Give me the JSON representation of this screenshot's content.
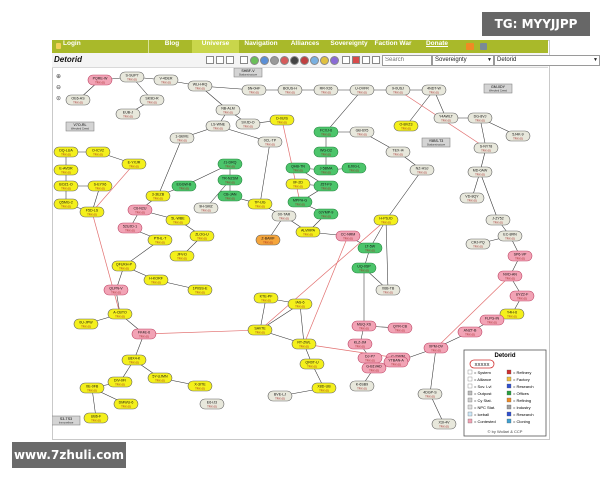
{
  "watermark_top": "TG: MYYJJPP",
  "watermark_bottom": "www.7zhuli.com",
  "nav": {
    "login": "Login",
    "items": [
      "Blog",
      "Universe",
      "Navigation",
      "Alliances",
      "Sovereignty",
      "Faction War",
      "Donate"
    ]
  },
  "toolbar": {
    "title": "Detorid",
    "search_placeholder": "Search",
    "view_select": "Sovereignty",
    "region_select": "Detorid"
  },
  "colors": {
    "nav_green": "#a9b92a",
    "node_yellow": "#f4f01c",
    "node_pink": "#f2a3b5",
    "node_green": "#4cc56b",
    "node_grey": "#e8e8dc",
    "node_orange": "#f5a53b",
    "link_red": "#e27070",
    "link_black": "#333333"
  },
  "systems": [
    {
      "id": "n1",
      "name": "PQRE-W",
      "sub": "TRX (0)",
      "c": "pink"
    },
    {
      "id": "n2",
      "name": "S-SUP7",
      "sub": "TRX (0)",
      "c": "grey"
    },
    {
      "id": "n3",
      "name": "V-4DER",
      "sub": "TRX (0)",
      "c": "grey"
    },
    {
      "id": "n4",
      "name": "WLH-RQ",
      "sub": "TRX (0)",
      "c": "grey"
    },
    {
      "id": "n5",
      "name": "6N-0HF",
      "sub": "TRX (0)",
      "c": "grey"
    },
    {
      "id": "n6",
      "name": "BOUS-H",
      "sub": "TRX (0)",
      "c": "grey"
    },
    {
      "id": "n7",
      "name": "RR-X26",
      "sub": "TRX (0)",
      "c": "grey"
    },
    {
      "id": "n8",
      "name": "U-OVFR",
      "sub": "TRX (0)",
      "c": "grey"
    },
    {
      "id": "n9",
      "name": "9-0USJ",
      "sub": "TRX (0)",
      "c": "grey"
    },
    {
      "id": "n10",
      "name": "4NDT-W",
      "sub": "TRX (0)",
      "c": "grey"
    },
    {
      "id": "n11",
      "name": "OE6-AS",
      "sub": "TRX (0)",
      "c": "grey"
    },
    {
      "id": "n12",
      "name": "SK9D-R",
      "sub": "TRX (0)",
      "c": "grey"
    },
    {
      "id": "n13",
      "name": "EUB-J",
      "sub": "TRX (0)",
      "c": "grey"
    },
    {
      "id": "n14",
      "name": "NB-ALM",
      "sub": "TRX (0)",
      "c": "grey"
    },
    {
      "id": "n15",
      "name": "SVJD-O",
      "sub": "TRX (0)",
      "c": "grey"
    },
    {
      "id": "n16",
      "name": "D-0UIS",
      "sub": "TRX (0)",
      "c": "yellow"
    },
    {
      "id": "n17",
      "name": "LS-WNE",
      "sub": "TRX (0)",
      "c": "grey"
    },
    {
      "id": "n18",
      "name": "1-GBVE",
      "sub": "TRX (0)",
      "c": "grey"
    },
    {
      "id": "n19",
      "name": "0CL-TP",
      "sub": "TRX (0)",
      "c": "grey"
    },
    {
      "id": "n20",
      "name": "FCXJ-6",
      "sub": "TRX (0)",
      "c": "green"
    },
    {
      "id": "n21",
      "name": "WG-D2",
      "sub": "TRX (0)",
      "c": "green"
    },
    {
      "id": "n22",
      "name": "GB-6X5",
      "sub": "TRX (0)",
      "c": "grey"
    },
    {
      "id": "n23",
      "name": "O-BVZ3",
      "sub": "TRX (0)",
      "c": "yellow"
    },
    {
      "id": "n24",
      "name": "Y4AWLT",
      "sub": "TRX (0)",
      "c": "grey"
    },
    {
      "id": "n25",
      "name": "DG-8VJ",
      "sub": "TRX (0)",
      "c": "grey"
    },
    {
      "id": "n26",
      "name": "5J4K-9",
      "sub": "TRX (0)",
      "c": "grey"
    },
    {
      "id": "n27",
      "name": "DQ-LUA",
      "sub": "TRX (0)",
      "c": "yellow"
    },
    {
      "id": "n28",
      "name": "O-ICV2",
      "sub": "TRX (0)",
      "c": "yellow"
    },
    {
      "id": "n29",
      "name": "E-YXJR",
      "sub": "TRX (0)",
      "c": "yellow"
    },
    {
      "id": "n30",
      "name": "E-AVDR",
      "sub": "TRX (0)",
      "c": "yellow"
    },
    {
      "id": "n31",
      "name": "BOZ1-O",
      "sub": "TRX (0)",
      "c": "yellow"
    },
    {
      "id": "n32",
      "name": "S-EYX6",
      "sub": "TRX (0)",
      "c": "yellow"
    },
    {
      "id": "n33",
      "name": "Q5MG-2",
      "sub": "TRX (0)",
      "c": "yellow"
    },
    {
      "id": "n34",
      "name": "F5D-LS",
      "sub": "TRX (0)",
      "c": "yellow"
    },
    {
      "id": "n35",
      "name": "J-5BMA",
      "sub": "TRX (0)",
      "c": "green"
    },
    {
      "id": "n36",
      "name": "EJ0G-L",
      "sub": "TRX (0)",
      "c": "green"
    },
    {
      "id": "n37",
      "name": "QHB-TN",
      "sub": "TRX (0)",
      "c": "green"
    },
    {
      "id": "n38",
      "name": "J5T-F9",
      "sub": "TRX (0)",
      "c": "green"
    },
    {
      "id": "n39",
      "name": "0F-2D",
      "sub": "TRX (0)",
      "c": "yellow"
    },
    {
      "id": "n40",
      "name": "MPPH-G",
      "sub": "TRX (0)",
      "c": "green"
    },
    {
      "id": "n41",
      "name": "TEX-I4",
      "sub": "TRX (0)",
      "c": "grey"
    },
    {
      "id": "n42",
      "name": "NZ-HSJ",
      "sub": "TRX (0)",
      "c": "grey"
    },
    {
      "id": "n43",
      "name": "S-NY78",
      "sub": "TRX (0)",
      "c": "grey"
    },
    {
      "id": "n44",
      "name": "MD-0AW",
      "sub": "TRX (0)",
      "c": "grey"
    },
    {
      "id": "n45",
      "name": "VD-8QY",
      "sub": "TRX (0)",
      "c": "grey"
    },
    {
      "id": "n46",
      "name": "3-3EZB",
      "sub": "TRX (0)",
      "c": "yellow"
    },
    {
      "id": "n47",
      "name": "EGGW-B",
      "sub": "TRX (0)",
      "c": "green"
    },
    {
      "id": "n48",
      "name": "J1-DRQ",
      "sub": "TRX (0)",
      "c": "green"
    },
    {
      "id": "n49",
      "name": "TR-NZSM",
      "sub": "TRX (0)",
      "c": "green"
    },
    {
      "id": "n50",
      "name": "9H-SMZ",
      "sub": "TRX (0)",
      "c": "grey"
    },
    {
      "id": "n51",
      "name": "CB-JAN",
      "sub": "TRX (0)",
      "c": "green"
    },
    {
      "id": "n52",
      "name": "C6-N2U",
      "sub": "TRX (0)",
      "c": "pink"
    },
    {
      "id": "n53",
      "name": "5L-WBE",
      "sub": "TRX (0)",
      "c": "yellow"
    },
    {
      "id": "n54",
      "name": "52UJD-1",
      "sub": "TRX (0)",
      "c": "pink"
    },
    {
      "id": "n55",
      "name": "7P-IJG",
      "sub": "TRX (0)",
      "c": "yellow"
    },
    {
      "id": "n56",
      "name": "0X-TAR",
      "sub": "TRX (0)",
      "c": "grey"
    },
    {
      "id": "n57",
      "name": "Z-BAMF",
      "sub": "TRX (0)",
      "c": "orange"
    },
    {
      "id": "n58",
      "name": "ALVMPA",
      "sub": "TRX (0)",
      "c": "yellow"
    },
    {
      "id": "n59",
      "name": "0JYMP-9",
      "sub": "TRX (0)",
      "c": "green"
    },
    {
      "id": "n60",
      "name": "H-PSJO",
      "sub": "TRX (0)",
      "c": "yellow"
    },
    {
      "id": "n61",
      "name": "J-ZY52",
      "sub": "TRX (0)",
      "c": "grey"
    },
    {
      "id": "n62",
      "name": "EC-8RN",
      "sub": "TRX (0)",
      "c": "grey"
    },
    {
      "id": "n63",
      "name": "CRJ-PQ",
      "sub": "TRX (0)",
      "c": "grey"
    },
    {
      "id": "n64",
      "name": "PTHL-T",
      "sub": "TRX (0)",
      "c": "yellow"
    },
    {
      "id": "n65",
      "name": "ZLOG-U",
      "sub": "TRX (0)",
      "c": "yellow"
    },
    {
      "id": "n66",
      "name": "JFV-D",
      "sub": "TRX (0)",
      "c": "yellow"
    },
    {
      "id": "n67",
      "name": "CC-NRM",
      "sub": "TRX (0)",
      "c": "pink"
    },
    {
      "id": "n68",
      "name": "LT-5W",
      "sub": "TRX (0)",
      "c": "green"
    },
    {
      "id": "n69",
      "name": "SP6-VP",
      "sub": "TRX (0)",
      "c": "pink"
    },
    {
      "id": "n70",
      "name": "QFUKH-P",
      "sub": "TRX (0)",
      "c": "yellow"
    },
    {
      "id": "n71",
      "name": "H-KORF",
      "sub": "TRX (0)",
      "c": "yellow"
    },
    {
      "id": "n72",
      "name": "1P0SS-E",
      "sub": "TRX (0)",
      "c": "yellow"
    },
    {
      "id": "n73",
      "name": "QLPN-V",
      "sub": "TRX (0)",
      "c": "pink"
    },
    {
      "id": "n74",
      "name": "UQ-0SP",
      "sub": "TRX (0)",
      "c": "green"
    },
    {
      "id": "n75",
      "name": "NVD-AN",
      "sub": "TRX (0)",
      "c": "pink"
    },
    {
      "id": "n76",
      "name": "UYZ2-F",
      "sub": "TRX (0)",
      "c": "pink"
    },
    {
      "id": "n77",
      "name": "Y4H-6",
      "sub": "TRX (0)",
      "c": "yellow"
    },
    {
      "id": "n78",
      "name": "X6B-TB",
      "sub": "TRX (0)",
      "c": "grey"
    },
    {
      "id": "n79",
      "name": "KTE-PF",
      "sub": "TRX (0)",
      "c": "yellow"
    },
    {
      "id": "n80",
      "name": "IAS-6",
      "sub": "TRX (0)",
      "c": "yellow"
    },
    {
      "id": "n81",
      "name": "C-2YPM",
      "sub": "TRX (0)",
      "c": "pink"
    },
    {
      "id": "n82",
      "name": "A-CBTO",
      "sub": "TRX (0)",
      "c": "yellow"
    },
    {
      "id": "n83",
      "name": "0U-JPW",
      "sub": "TRX (0)",
      "c": "yellow"
    },
    {
      "id": "n84",
      "name": "FK4E-6",
      "sub": "TRX (0)",
      "c": "pink"
    },
    {
      "id": "n85",
      "name": "SAV7E",
      "sub": "TRX (0)",
      "c": "yellow"
    },
    {
      "id": "n86",
      "name": "RT-ZWL",
      "sub": "TRX (0)",
      "c": "yellow"
    },
    {
      "id": "n87",
      "name": "MUQ-XS",
      "sub": "TRX (0)",
      "c": "pink"
    },
    {
      "id": "n88",
      "name": "QYR-CB",
      "sub": "TRX (0)",
      "c": "pink"
    },
    {
      "id": "n89",
      "name": "ANZT-B",
      "sub": "TRX (0)",
      "c": "pink"
    },
    {
      "id": "n90",
      "name": "FLPG-IN",
      "sub": "TRX (0)",
      "c": "pink"
    },
    {
      "id": "n91",
      "name": "KLZ-JM",
      "sub": "TRX (0)",
      "c": "pink"
    },
    {
      "id": "n92",
      "name": "DJ-P7",
      "sub": "TRX (0)",
      "c": "pink"
    },
    {
      "id": "n93",
      "name": "G-B1VAD",
      "sub": "TRX (0)",
      "c": "pink"
    },
    {
      "id": "n94",
      "name": "YTBAN-A",
      "sub": "TRX (0)",
      "c": "pink"
    },
    {
      "id": "n95",
      "name": "XPM-OV",
      "sub": "TRX (0)",
      "c": "pink"
    },
    {
      "id": "n96",
      "name": "K-6SB9",
      "sub": "TRX (0)",
      "c": "grey"
    },
    {
      "id": "n97",
      "name": "U8X4-K",
      "sub": "TRX (0)",
      "c": "yellow"
    },
    {
      "id": "n98",
      "name": "DIV-0FI",
      "sub": "TRX (0)",
      "c": "yellow"
    },
    {
      "id": "n99",
      "name": "5Y-UJMN",
      "sub": "TRX (0)",
      "c": "yellow"
    },
    {
      "id": "n100",
      "name": "X-3ITE",
      "sub": "TRX (0)",
      "c": "yellow"
    },
    {
      "id": "n101",
      "name": "XE-0FB",
      "sub": "TRX (0)",
      "c": "yellow"
    },
    {
      "id": "n102",
      "name": "DMWU-6",
      "sub": "TRX (0)",
      "c": "yellow"
    },
    {
      "id": "n103",
      "name": "UB6-F",
      "sub": "TRX (0)",
      "c": "yellow"
    },
    {
      "id": "n104",
      "name": "QR0T-U",
      "sub": "TRX (0)",
      "c": "yellow"
    },
    {
      "id": "n105",
      "name": "X8D-UB",
      "sub": "TRX (0)",
      "c": "yellow"
    },
    {
      "id": "n106",
      "name": "4DGP-S",
      "sub": "TRX (0)",
      "c": "grey"
    },
    {
      "id": "n107",
      "name": "E6-IJ3",
      "sub": "TRX (0)",
      "c": "grey"
    },
    {
      "id": "n108",
      "name": "BVE-LJ",
      "sub": "TRX (0)",
      "c": "grey"
    },
    {
      "id": "n109",
      "name": "X3I-4V",
      "sub": "TRX (0)",
      "c": "grey"
    }
  ],
  "structures": [
    {
      "name": "SHBF-V",
      "sub": "Stationstructure"
    },
    {
      "name": "GM-0DY",
      "sub": "Wrecked Creed"
    },
    {
      "name": "V7O-RL",
      "sub": "Wrecked Creed"
    },
    {
      "name": "Y5BS-T3",
      "sub": "Stationstructure"
    },
    {
      "name": "S3-TS3",
      "sub": "Immunelisse"
    }
  ],
  "legend": {
    "title": "Detorid",
    "sample": "XXXXX",
    "left_items": [
      "= System",
      "= Alliance",
      "= Sov. Lvl",
      "= Outpost",
      "= Cy Stat.",
      "= NPC Stat.",
      "= Iceball",
      "= Contested"
    ],
    "right_items": [
      "= Refinery",
      "= Factory",
      "= Research",
      "= Offices",
      "= Refining",
      "= Industry",
      "= Research",
      "= Cloning"
    ],
    "credit": "© by Wollari & CCP"
  }
}
